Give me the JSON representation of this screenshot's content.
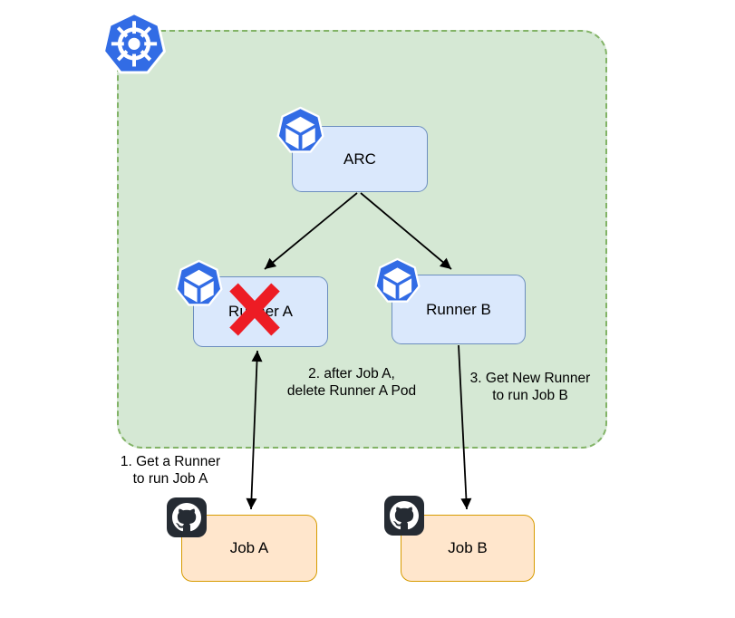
{
  "diagram": {
    "type": "architecture-flow",
    "cluster": {
      "name": "kubernetes-cluster"
    },
    "nodes": {
      "arc": {
        "label": "ARC"
      },
      "runner_a": {
        "label": "Runner A",
        "status": "deleted"
      },
      "runner_b": {
        "label": "Runner B"
      },
      "job_a": {
        "label": "Job A"
      },
      "job_b": {
        "label": "Job B"
      }
    },
    "annotations": {
      "step1": {
        "line1": "1. Get a Runner",
        "line2": "to run Job A"
      },
      "step2": {
        "line1": "2. after Job A,",
        "line2": "delete Runner A Pod"
      },
      "step3": {
        "line1": "3. Get New Runner",
        "line2": "to run Job B"
      }
    },
    "edges": [
      {
        "from": "arc",
        "to": "runner_a",
        "arrow": "single"
      },
      {
        "from": "arc",
        "to": "runner_b",
        "arrow": "single"
      },
      {
        "from": "runner_a",
        "to": "job_a",
        "arrow": "double"
      },
      {
        "from": "runner_b",
        "to": "job_b",
        "arrow": "single"
      }
    ],
    "icons": {
      "kubernetes": "kubernetes-helm-wheel-heptagon",
      "pod": "kubernetes-pod-cube-heptagon",
      "github": "github-octocat-mark",
      "deleted_marker": "red-x-cross"
    },
    "colors": {
      "cluster_fill": "#d5e8d4",
      "cluster_border": "#82b366",
      "runner_fill": "#dae8fc",
      "runner_border": "#6c8ebf",
      "job_fill": "#ffe6cc",
      "job_border": "#d79b00",
      "kubernetes_blue": "#326ce5",
      "github_dark": "#252b33",
      "delete_x_red": "#ed1c24",
      "arrow": "#000000"
    }
  }
}
